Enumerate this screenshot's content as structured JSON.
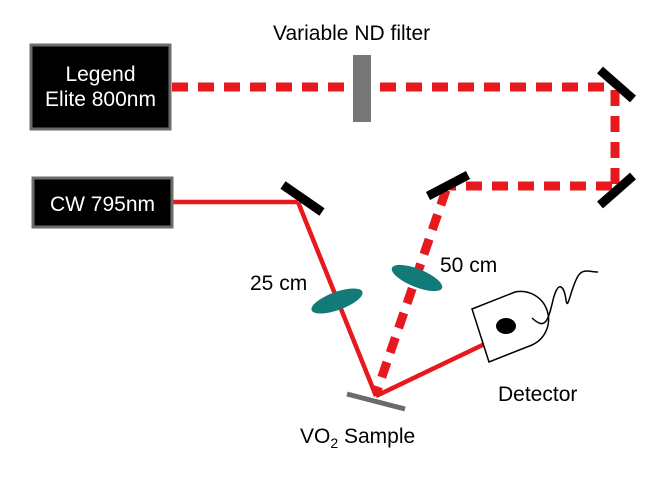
{
  "sources": {
    "legend_line1": "Legend",
    "legend_line2": "Elite 800nm",
    "cw": "CW 795nm"
  },
  "labels": {
    "filter": "Variable ND filter",
    "dist_25": "25 cm",
    "dist_50": "50 cm",
    "detector": "Detector",
    "sample_prefix": "VO",
    "sample_sub": "2",
    "sample_suffix": " Sample"
  },
  "colors": {
    "beam": "#e8191e",
    "box": "#000000",
    "box_border": "#6b6b6b",
    "mirror": "#000000",
    "lens": "#127a78",
    "filter": "#777777",
    "sample": "#6b6b6b"
  }
}
